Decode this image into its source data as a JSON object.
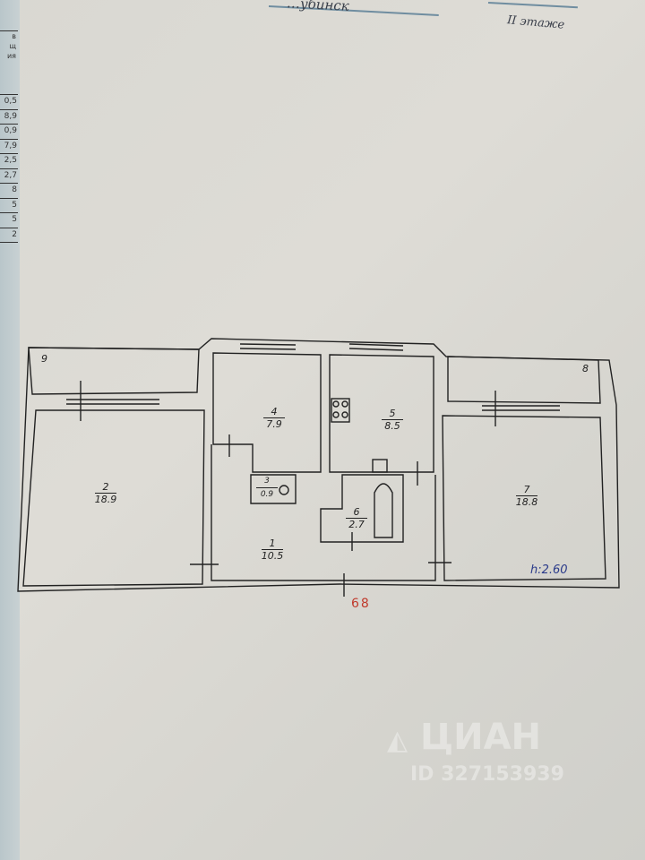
{
  "header": {
    "town_fragment": "…убинск",
    "floor_label": "II этаже"
  },
  "side_table": {
    "header_lines": [
      "в",
      "щ",
      "ия"
    ],
    "values": [
      "0,5",
      "8,9",
      "0,9",
      "7,9",
      "2,5",
      "2,7",
      "8",
      "5",
      "5",
      "2"
    ]
  },
  "rooms": [
    {
      "number": "1",
      "area": "10.5"
    },
    {
      "number": "2",
      "area": "18.9"
    },
    {
      "number": "3",
      "area": "0.9"
    },
    {
      "number": "4",
      "area": "7.9"
    },
    {
      "number": "5",
      "area": "8.5"
    },
    {
      "number": "6",
      "area": "2.7"
    },
    {
      "number": "7",
      "area": "18.8"
    }
  ],
  "balconies": [
    {
      "number": "9"
    },
    {
      "number": "8"
    }
  ],
  "ceiling_height": "h:2.60",
  "total_label": "68",
  "watermark": {
    "brand": "ЦИАН",
    "id": "ID 327153939"
  },
  "colors": {
    "paper": "#dcdad4",
    "ink": "#222222",
    "blue_ink": "#2b3b8a",
    "red_ink": "#c0392b"
  }
}
